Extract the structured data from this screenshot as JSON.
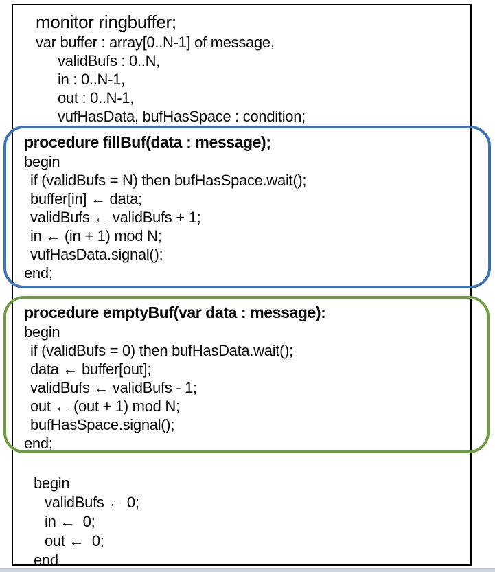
{
  "colors": {
    "code_box_border": "#000000",
    "fillbuf_highlight": "#3C74B6",
    "emptybuf_highlight": "#6E9C43",
    "bottom_bar": "#CDD6DD",
    "text": "#000000"
  },
  "code": {
    "header": [
      "monitor ringbuffer;",
      "var buffer : array[0..N-1] of message,",
      "validBufs : 0..N,",
      "in : 0..N-1,",
      "out : 0..N-1,",
      "vufHasData, bufHasSpace : condition;"
    ],
    "fillbuf": [
      "procedure fillBuf(data : message);",
      "begin",
      "if (validBufs = N) then bufHasSpace.wait();",
      "buffer[in] ← data;",
      "validBufs ← validBufs + 1;",
      "in ← (in + 1) mod N;",
      "vufHasData.signal();",
      "end;"
    ],
    "emptybuf": [
      "procedure emptyBuf(var data : message):",
      "begin",
      "if (validBufs = 0) then bufHasData.wait();",
      "data ← buffer[out];",
      "validBufs ← validBufs - 1;",
      "out ← (out + 1) mod N;",
      "bufHasSpace.signal();",
      "end;"
    ],
    "init": [
      "begin",
      "validBufs ← 0;",
      "in ←  0;",
      "out ←  0;",
      "end"
    ]
  }
}
